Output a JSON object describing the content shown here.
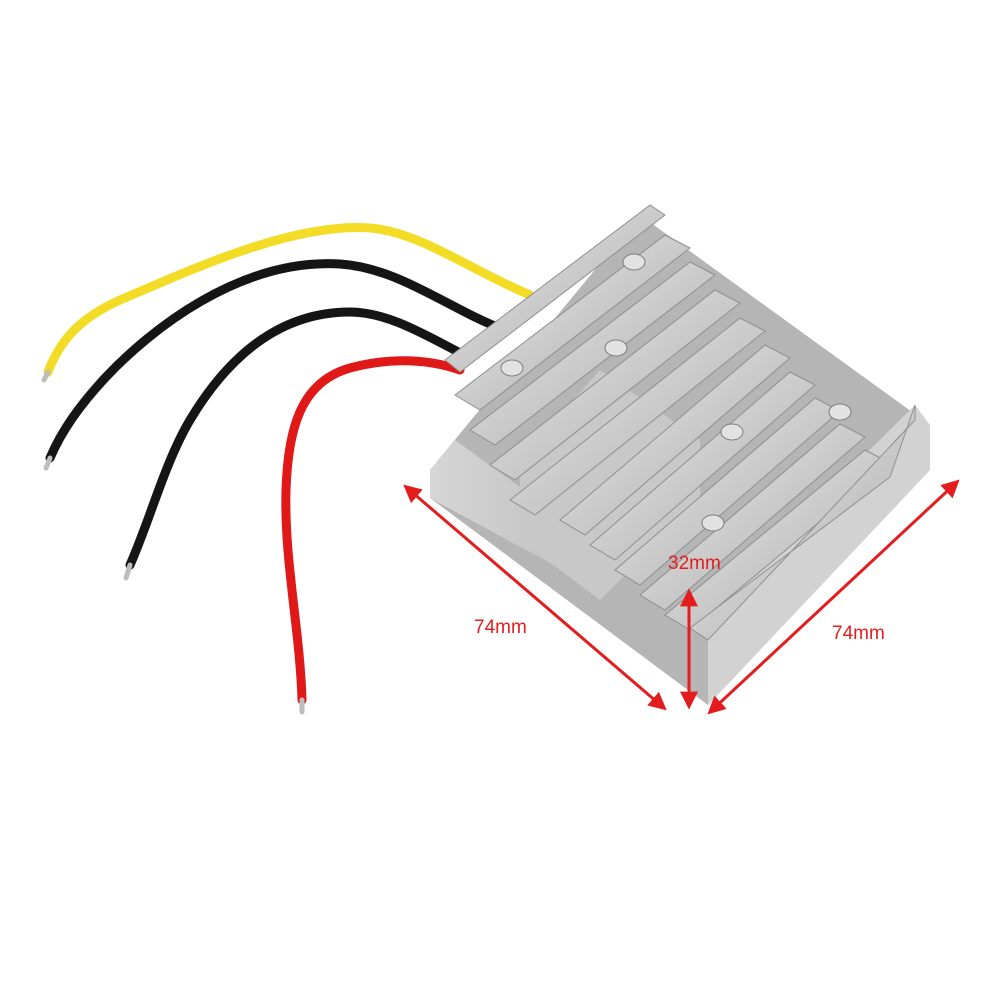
{
  "dimensions": {
    "length_left": "74mm",
    "height": "32mm",
    "length_right": "74mm"
  },
  "colors": {
    "arrow": "#e31d1d",
    "body": "#c4c4c4",
    "wire_yellow": "#f2dc25",
    "wire_black": "#151515",
    "wire_red": "#e01818"
  }
}
